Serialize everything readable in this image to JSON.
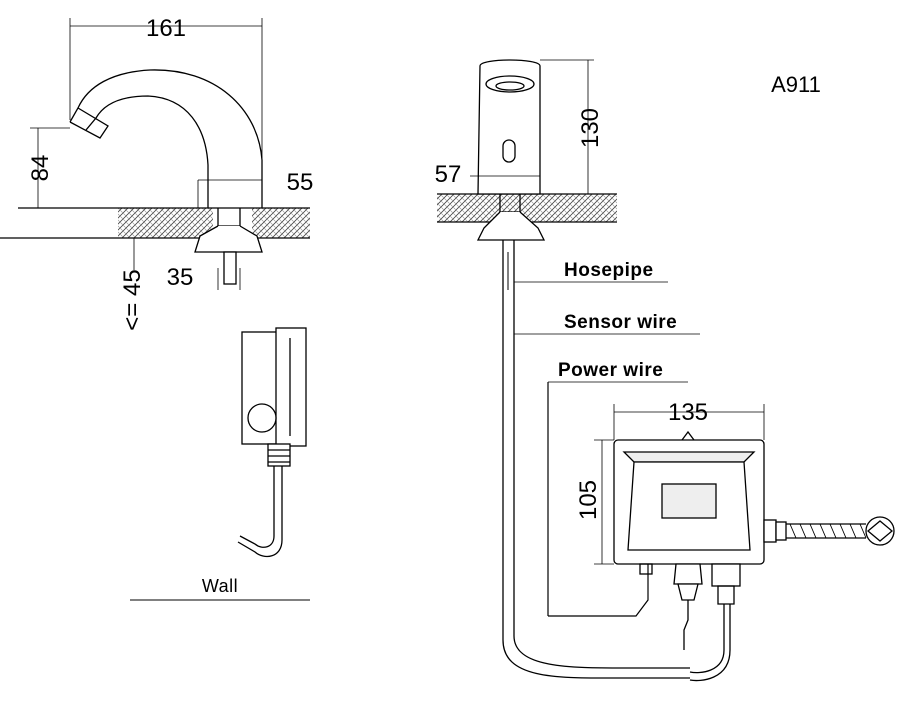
{
  "model": "A911",
  "dimensions": {
    "spout_reach": "161",
    "spout_height": "84",
    "base_width": "55",
    "shank_width": "35",
    "counter_thickness": "<= 45",
    "faucet_height": "130",
    "faucet_base": "57",
    "box_width": "135",
    "box_height": "105"
  },
  "labels": {
    "hosepipe": "Hosepipe",
    "sensor_wire": "Sensor wire",
    "power_wire": "Power wire",
    "wall": "Wall"
  }
}
